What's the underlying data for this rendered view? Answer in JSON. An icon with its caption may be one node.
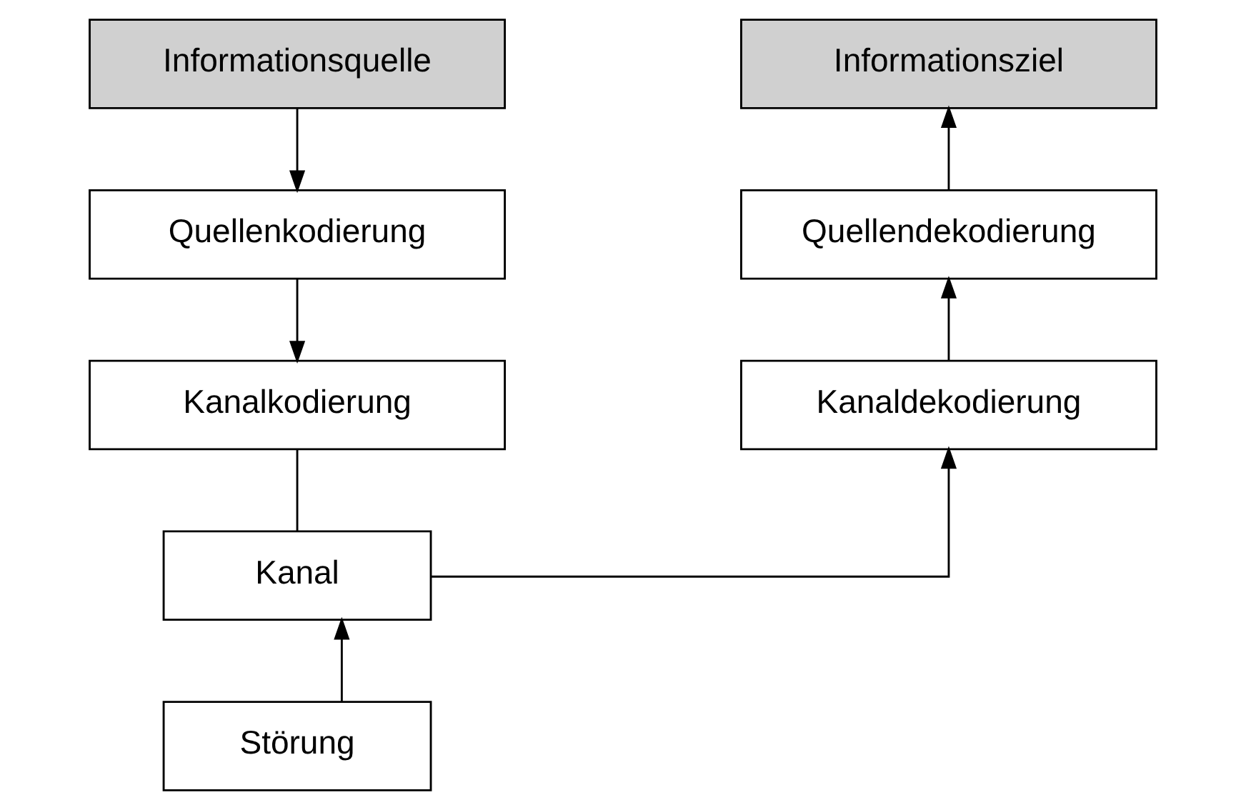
{
  "diagram": {
    "nodes": [
      {
        "text": [
          "Informationsquelle"
        ]
      },
      {
        "text": [
          "Informationsziel"
        ]
      },
      {
        "text": [
          "Quellenkodierung"
        ]
      },
      {
        "text": [
          "Quellendekodierung"
        ]
      },
      {
        "text": [
          "Kanalkodierung"
        ]
      },
      {
        "text": [
          "Kanaldekodierung"
        ]
      },
      {
        "text": [
          "Kanal"
        ]
      },
      {
        "text": [
          "Störung"
        ]
      }
    ],
    "edges": [
      {
        "from": 0,
        "to": 2,
        "arrow": "to"
      },
      {
        "from": 2,
        "to": 4,
        "arrow": "to"
      },
      {
        "from": 4,
        "to": 6,
        "arrow": "none"
      },
      {
        "from": 6,
        "to": 5,
        "arrow": "to"
      },
      {
        "from": 7,
        "to": 6,
        "arrow": "to"
      },
      {
        "from": 5,
        "to": 3,
        "arrow": "to"
      },
      {
        "from": 3,
        "to": 1,
        "arrow": "to"
      }
    ]
  }
}
